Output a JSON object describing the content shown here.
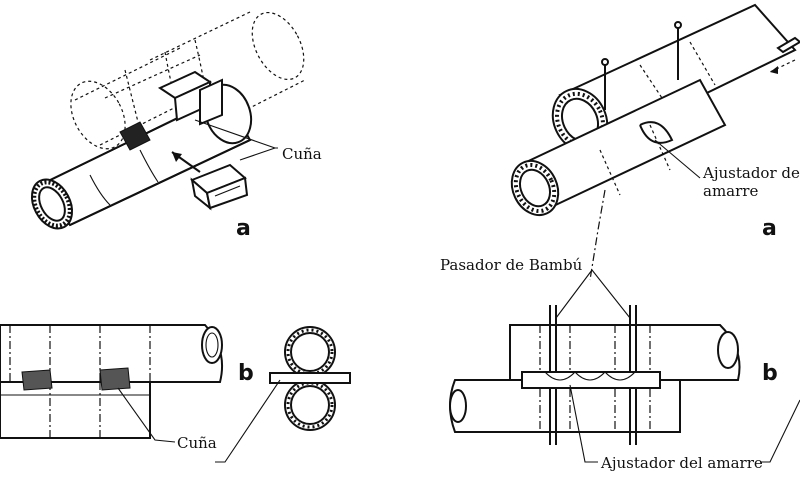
{
  "panels": {
    "wedge_joint": {
      "perspective_label": "Cuña",
      "perspective_sub": "a",
      "side_label": "Cuña",
      "side_sub": "b"
    },
    "lashed_joint": {
      "lashing_label_line1": "Ajustador del",
      "lashing_label_line2": "amarre",
      "perspective_sub": "a",
      "pin_label": "Pasador de Bambú",
      "side_lashing_label": "Ajustador del amarre",
      "side_sub": "b"
    }
  }
}
